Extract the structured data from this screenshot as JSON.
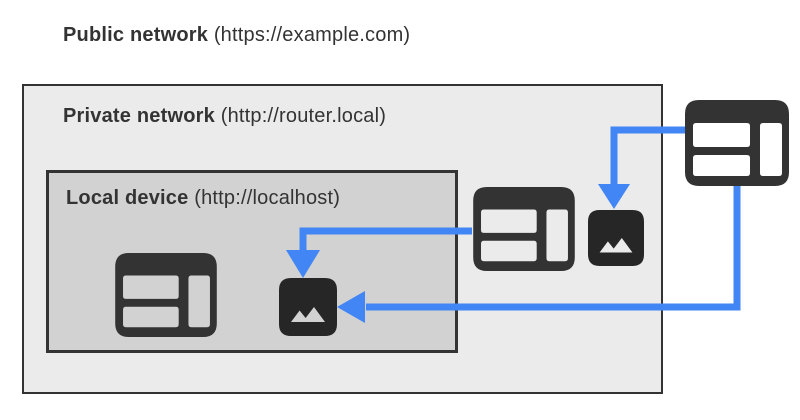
{
  "networks": {
    "public": {
      "label": "Public network",
      "origin": "(https://example.com)"
    },
    "private": {
      "label": "Private network",
      "origin": "(http://router.local)"
    },
    "local": {
      "label": "Local device",
      "origin": "(http://localhost)"
    }
  },
  "icons": {
    "public_browser": "browser-window-icon",
    "private_browser": "browser-window-icon",
    "local_browser": "browser-window-icon",
    "private_image": "image-resource-icon",
    "local_image": "image-resource-icon"
  },
  "arrows": [
    {
      "name": "public-to-private-request",
      "from": "public-browser",
      "to": "private-image-resource"
    },
    {
      "name": "public-to-local-request",
      "from": "public-browser",
      "to": "local-image-resource"
    },
    {
      "name": "private-to-local-request",
      "from": "private-browser",
      "to": "local-image-resource"
    }
  ],
  "colors": {
    "arrow_blue": "#4285F4",
    "icon_dark": "#333333",
    "image_icon_dark": "#262626",
    "private_box_bg": "#EBEBEB",
    "local_box_bg": "#D2D2D2",
    "box_border": "#333333",
    "text_color": "#333333",
    "page_bg": "#FFFFFF"
  }
}
